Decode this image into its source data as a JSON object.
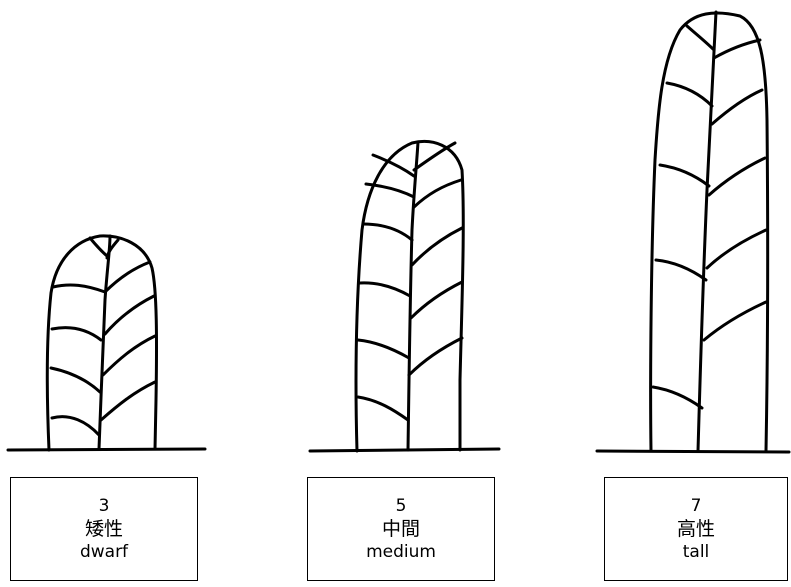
{
  "plants": [
    {
      "score": "3",
      "japanese": "矮性",
      "english": "dwarf"
    },
    {
      "score": "5",
      "japanese": "中間",
      "english": "medium"
    },
    {
      "score": "7",
      "japanese": "高性",
      "english": "tall"
    }
  ],
  "colors": {
    "stroke": "#000000",
    "background": "#ffffff"
  }
}
